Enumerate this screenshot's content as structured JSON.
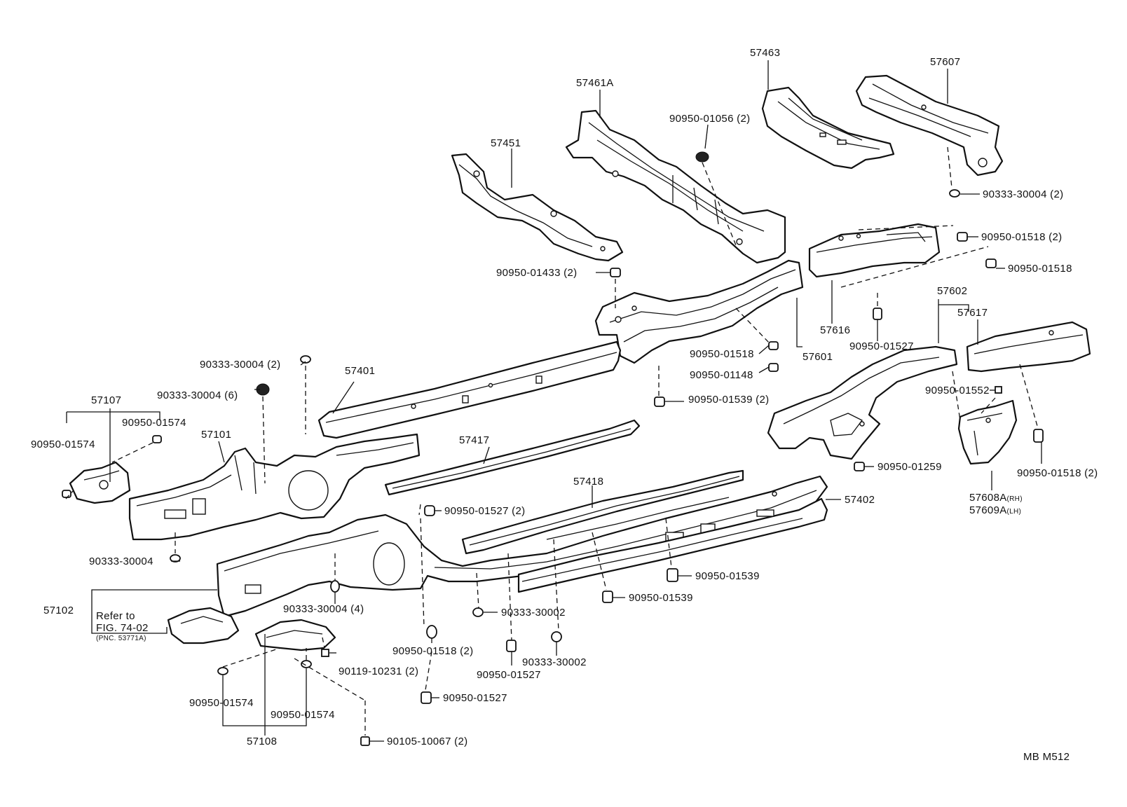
{
  "labels": {
    "p57463": "57463",
    "p57607": "57607",
    "p57461A": "57461A",
    "p90950_01056": "90950-01056 (2)",
    "p57451": "57451",
    "p90333_30004_2_top": "90333-30004 (2)",
    "p90950_01518_2_top": "90950-01518 (2)",
    "p90950_01518_right": "90950-01518",
    "p90950_01433": "90950-01433 (2)",
    "p57602": "57602",
    "p57617": "57617",
    "p57616": "57616",
    "p90950_01527_right": "90950-01527",
    "p57601": "57601",
    "p90950_01518_mid": "90950-01518",
    "p90950_01148": "90950-01148",
    "p90950_01539_2": "90950-01539 (2)",
    "p90950_01552": "90950-01552",
    "p90333_30004_2_left": "90333-30004 (2)",
    "p57401": "57401",
    "p90333_30004_6": "90333-30004 (6)",
    "p57107": "57107",
    "p90950_01574_a": "90950-01574",
    "p90950_01574_b": "90950-01574",
    "p57101": "57101",
    "p57417": "57417",
    "p90950_01259": "90950-01259",
    "p90950_01518_2_right": "90950-01518 (2)",
    "p57608A": "57608A",
    "p57608A_sfx": "(RH)",
    "p57609A": "57609A",
    "p57609A_sfx": "(LH)",
    "p57418": "57418",
    "p57402": "57402",
    "p90950_01527_2": "90950-01527 (2)",
    "p90333_30004_single": "90333-30004",
    "p90950_01539_a": "90950-01539",
    "p90950_01539_b": "90950-01539",
    "p57102": "57102",
    "refer_to": "Refer to",
    "fig_ref": "FIG. 74-02",
    "pnc_ref": "(PNC. 53771A)",
    "p90333_30004_4": "90333-30004 (4)",
    "p90333_30002_a": "90333-30002",
    "p90333_30002_b": "90333-30002",
    "p90950_01518_2_low": "90950-01518 (2)",
    "p90119_10231": "90119-10231 (2)",
    "p90950_01527_low": "90950-01527",
    "p90950_01527_bottom": "90950-01527",
    "p90950_01574_c": "90950-01574",
    "p90950_01574_d": "90950-01574",
    "p57108": "57108",
    "p90105_10067": "90105-10067 (2)",
    "code": "MB M512"
  }
}
